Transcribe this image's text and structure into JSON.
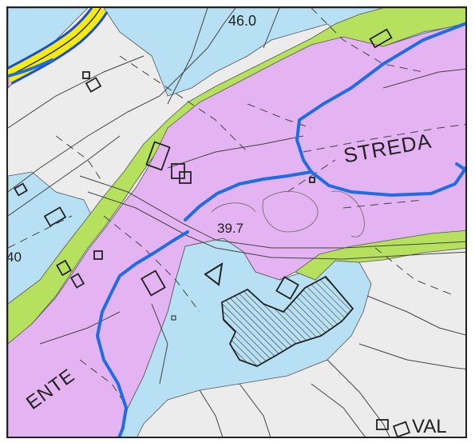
{
  "map": {
    "labels": {
      "elev_top": "46.0",
      "elev_center": "39.7",
      "elev_left": "40",
      "streda": "STREDA",
      "val": "VAL",
      "ente": "ENTE"
    },
    "colors": {
      "background": "#ececec",
      "zone_pink": "#e4b3f2",
      "zone_blue": "#b7e0f4",
      "zone_green": "#b6e15e",
      "river": "#1f6de0",
      "road_yellow": "#f6ea14",
      "road_edge": "#1a4fd1",
      "lines": "#444444"
    }
  }
}
